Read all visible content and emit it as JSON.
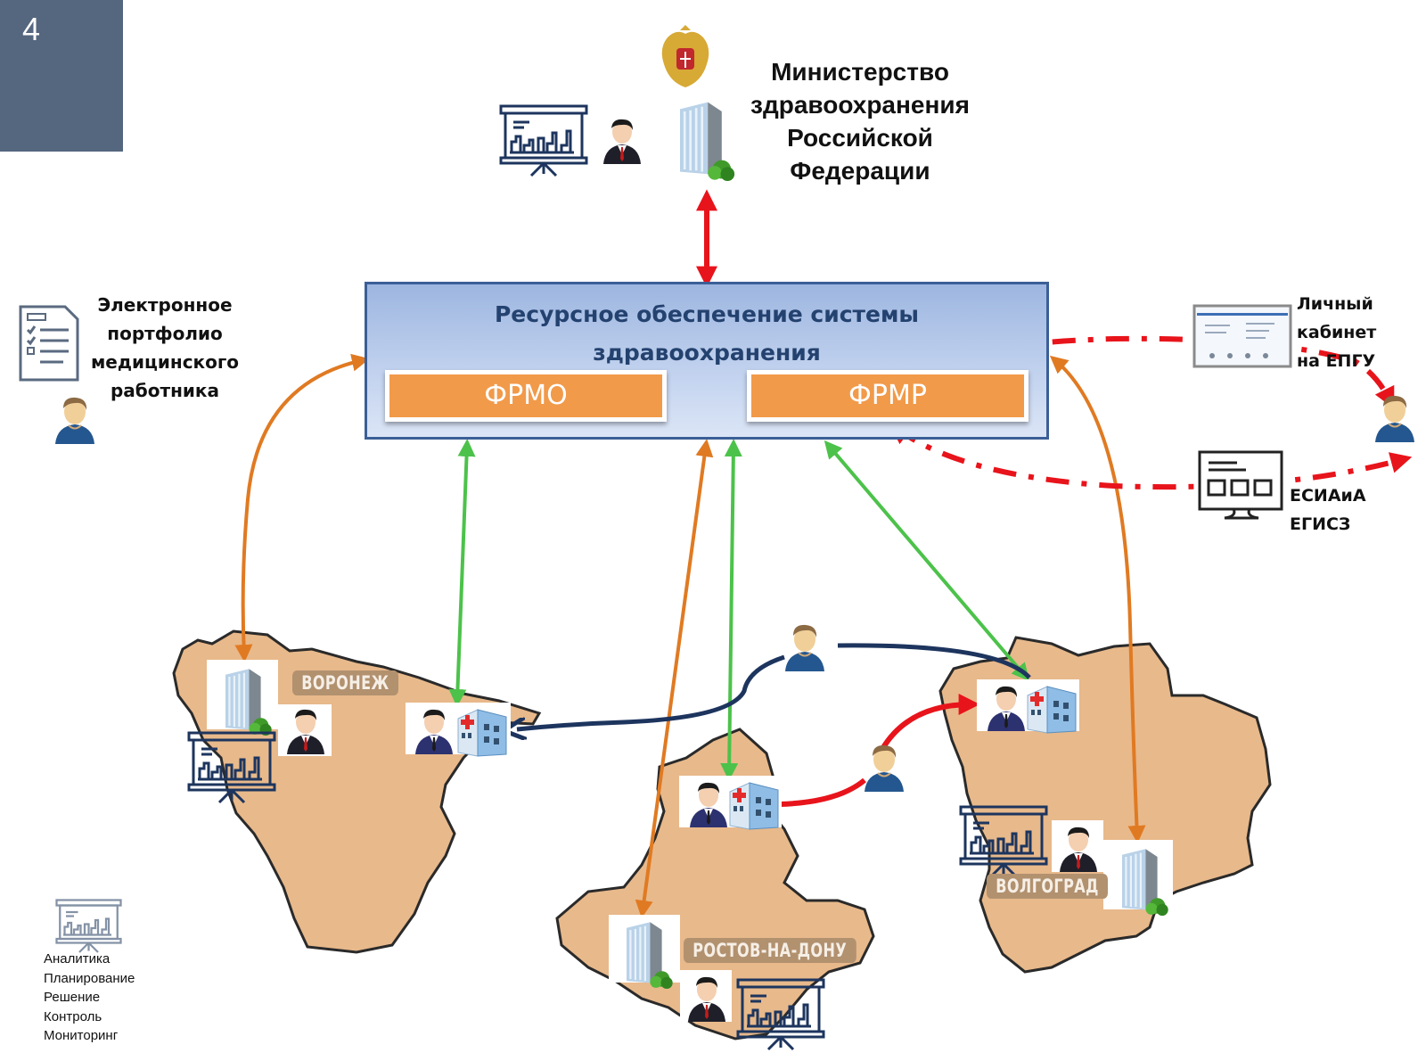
{
  "slide": {
    "number": "4"
  },
  "ministry": {
    "title_lines": [
      "Министерство",
      "здравоохранения",
      "Российской",
      "Федерации"
    ],
    "icons": [
      "presentation-chart-icon",
      "official-person-icon",
      "office-building-icon",
      "coat-of-arms-icon"
    ]
  },
  "system": {
    "title_line1": "Ресурсное обеспечение системы",
    "title_line2": "здравоохранения",
    "registries": [
      {
        "id": "frmo",
        "label": "ФРМО"
      },
      {
        "id": "frmr",
        "label": "ФРМР"
      }
    ]
  },
  "portfolio": {
    "title_lines": [
      "Электронное",
      "портфолио",
      "медицинского",
      "работника"
    ],
    "icons": [
      "document-checklist-icon",
      "user-icon"
    ]
  },
  "epgu": {
    "title_lines": [
      "Личный",
      "кабинет",
      "на ЕПГУ"
    ],
    "icon": "web-portal-screenshot-icon"
  },
  "esia": {
    "title_lines": [
      "ЕСИАиА",
      "ЕГИСЗ"
    ],
    "icon": "monitor-icon"
  },
  "regions": [
    {
      "id": "voronezh",
      "label": "ВОРОНЕЖ"
    },
    {
      "id": "rostov",
      "label": "РОСТОВ-НА-ДОНУ"
    },
    {
      "id": "volgograd",
      "label": "ВОЛГОГРАД"
    }
  ],
  "legend": {
    "icon": "presentation-chart-icon",
    "items": [
      "Аналитика",
      "Планирование",
      "Решение",
      "Контроль",
      "Мониторинг"
    ]
  },
  "colors": {
    "badge": "#55677f",
    "system_box_border": "#3b5f97",
    "system_title": "#24426f",
    "registry_fill": "#f19a4a",
    "arrow_red": "#e8141b",
    "arrow_orange": "#e07a22",
    "arrow_green": "#4cc24a",
    "arrow_navy": "#1d355e",
    "region_fill": "#e8b98b",
    "city_label": "#b2916f"
  }
}
